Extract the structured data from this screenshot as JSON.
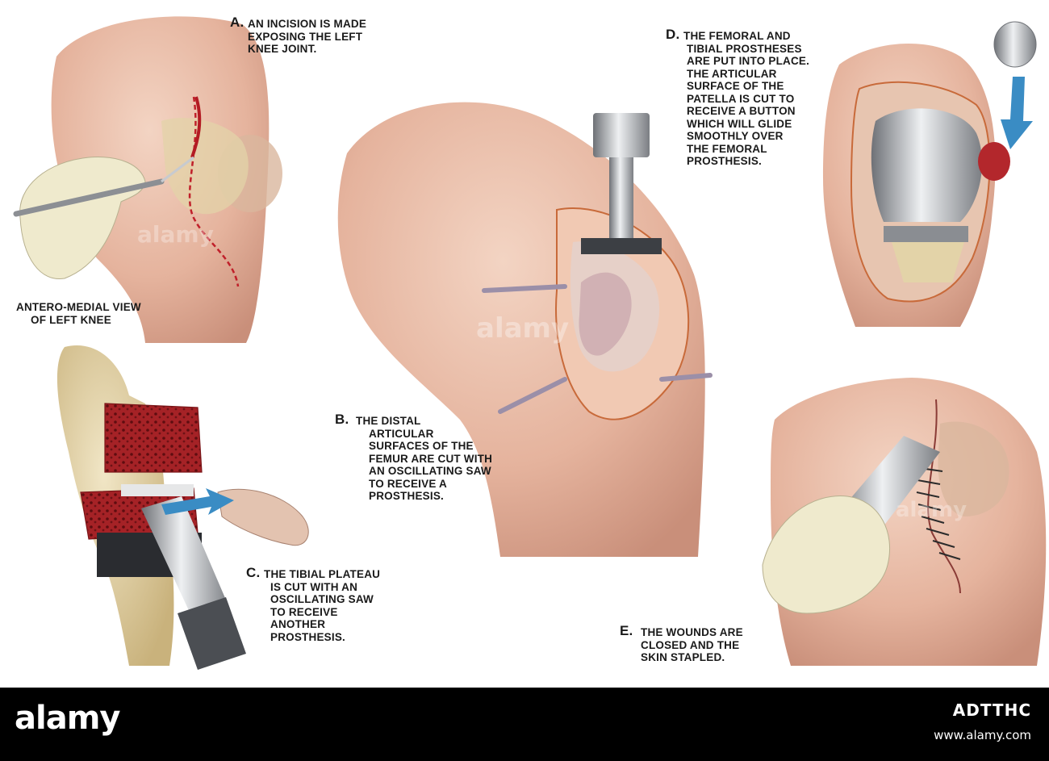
{
  "captions": {
    "a": {
      "letter": "A.",
      "lines": [
        "AN INCISION IS MADE",
        "EXPOSING THE LEFT",
        "KNEE JOINT."
      ]
    },
    "view": {
      "lines": [
        "ANTERO-MEDIAL VIEW",
        "OF LEFT KNEE"
      ]
    },
    "b": {
      "letter": "B.",
      "lines": [
        "THE DISTAL",
        "ARTICULAR",
        "SURFACES OF THE",
        "FEMUR ARE CUT WITH",
        "AN OSCILLATING SAW",
        "TO RECEIVE A",
        "PROSTHESIS."
      ]
    },
    "c": {
      "letter": "C.",
      "lines": [
        "THE TIBIAL PLATEAU",
        "IS CUT WITH AN",
        "OSCILLATING SAW",
        "TO RECEIVE",
        "ANOTHER",
        "PROSTHESIS."
      ]
    },
    "d": {
      "letter": "D.",
      "lines": [
        "THE FEMORAL AND",
        "TIBIAL PROSTHESES",
        "ARE PUT INTO PLACE.",
        "THE ARTICULAR",
        "SURFACE OF THE",
        "PATELLA IS CUT TO",
        "RECEIVE A  BUTTON",
        "WHICH WILL GLIDE",
        "SMOOTHLY OVER",
        "THE FEMORAL",
        "PROSTHESIS."
      ]
    },
    "e": {
      "letter": "E.",
      "lines": [
        "THE WOUNDS ARE",
        "CLOSED AND THE",
        "SKIN STAPLED."
      ]
    }
  },
  "footer": {
    "logo": "alamy",
    "image_id": "ADTTHC",
    "url": "www.alamy.com"
  },
  "colors": {
    "skin": "#e8b9a4",
    "bone": "#e3d3a8",
    "marrow": "#a8262a",
    "metal": "#b9bcc0",
    "glove": "#efeacd",
    "arrow": "#3a8cc4",
    "footer": "#000000"
  }
}
